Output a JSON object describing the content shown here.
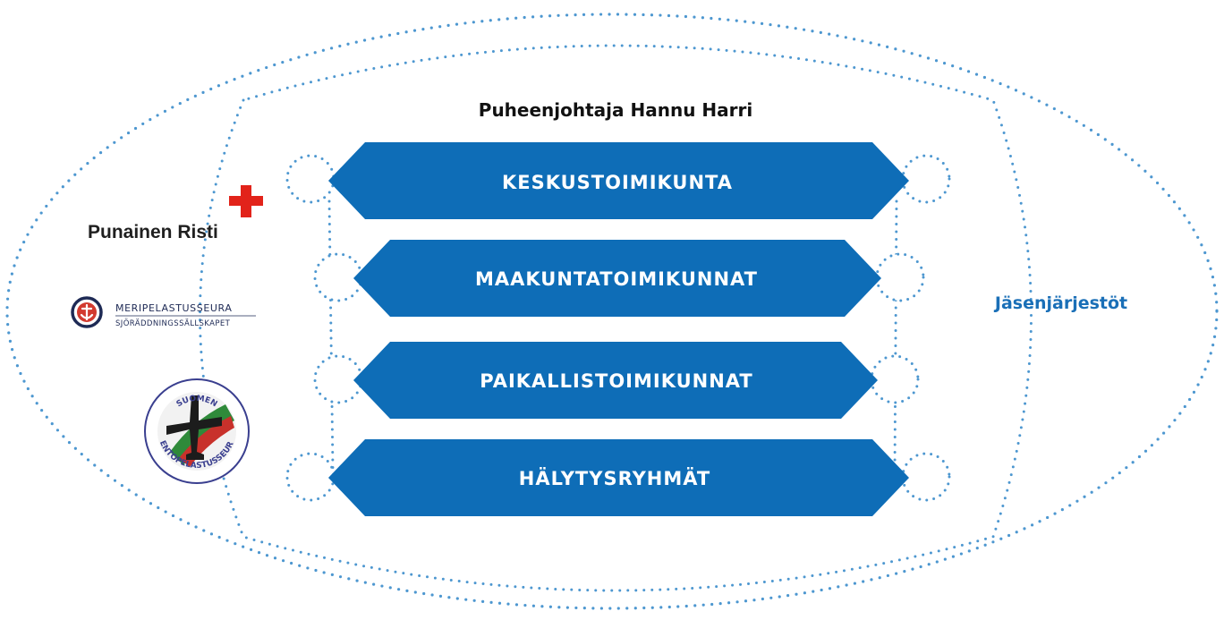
{
  "title": "Puheenjohtaja Hannu Harri",
  "bands": [
    {
      "label": "KESKUSTOIMIKUNTA"
    },
    {
      "label": "MAAKUNTATOIMIKUNNAT"
    },
    {
      "label": "PAIKALLISTOIMIKUNNAT"
    },
    {
      "label": "HÄLYTYSRYHMÄT"
    }
  ],
  "members_label": "Jäsenjärjestöt",
  "logos": {
    "red_cross": {
      "text": "Punainen Risti"
    },
    "sea_rescue": {
      "line1": "MERIPELASTUSSEURA",
      "line2": "SJÖRÄDDNINGSSÄLLSKAPET"
    },
    "air_rescue": {
      "top": "SUOMEN",
      "bottom": "LENTOPELASTUSSEURA"
    }
  },
  "colors": {
    "band": "#0e6db7",
    "dots": "#4d97d0",
    "red_cross": "#e2231a",
    "members_text": "#1a6fb7"
  }
}
